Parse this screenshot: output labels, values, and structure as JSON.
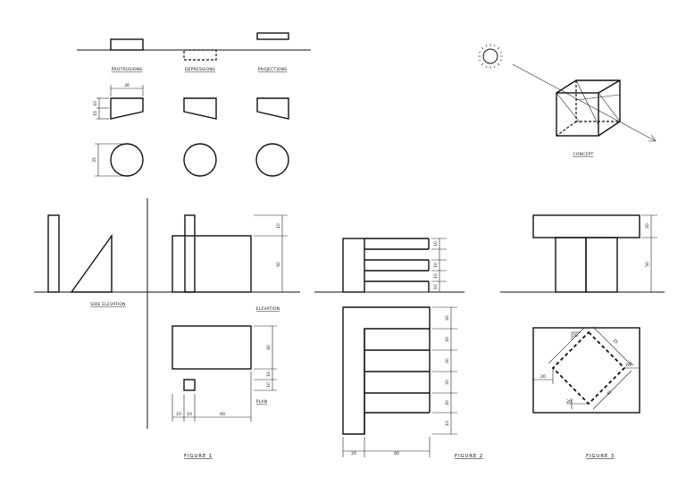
{
  "labels": {
    "protrusions": "PROTRUSIONS",
    "depressions": "DEPRESSIONS",
    "projections": "PROJECTIONS",
    "concept": "CONCEPT",
    "side_elevation": "SIDE ELEVATION",
    "elevation": "ELEVATION",
    "plan": "PLAN"
  },
  "figures": {
    "fig1": "FIGURE 1",
    "fig2": "FIGURE 2",
    "fig3": "FIGURE 3"
  },
  "dims": {
    "top_width": "30",
    "top_h1": "10",
    "top_h2": "15",
    "circle_dia": "35",
    "f1_h_top": "10",
    "f1_h_main": "50",
    "f1_plan_d1": "40",
    "f1_plan_d2": "10",
    "f1_plan_d3": "10",
    "f1_plan_w1": "10",
    "f1_plan_w2": "10",
    "f1_plan_w3": "60",
    "f2_e1": "10",
    "f2_e2": "10",
    "f2_e3": "10",
    "f2_e4": "10",
    "f2_p1": "20",
    "f2_p2": "20",
    "f2_p3": "20",
    "f2_p4": "20",
    "f2_p5": "20",
    "f2_p6": "10",
    "f2_w1": "20",
    "f2_w2": "60",
    "f3_e1": "20",
    "f3_e2": "50",
    "f3_d1": "25",
    "f3_d2": "20",
    "f3_d3": "20",
    "f3_d4": "40",
    "f3_d5": "20",
    "f3_d6": "20"
  }
}
